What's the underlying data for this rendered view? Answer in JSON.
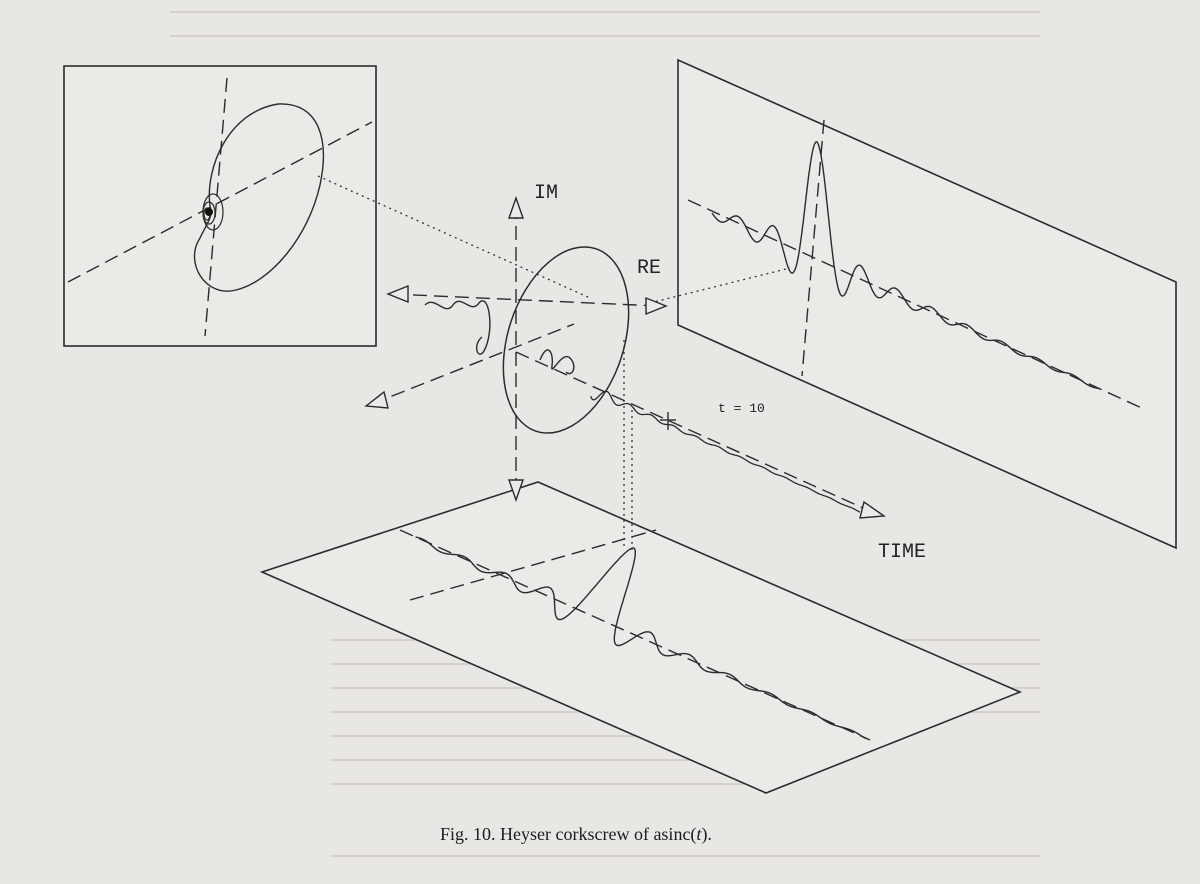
{
  "figure": {
    "axis_labels": {
      "imaginary": "IM",
      "real": "RE",
      "time": "TIME",
      "time_marker": "t = 10"
    },
    "caption_prefix": "Fig. 10. Heyser corkscrew of asinc(",
    "caption_var": "t",
    "caption_suffix": ")."
  }
}
